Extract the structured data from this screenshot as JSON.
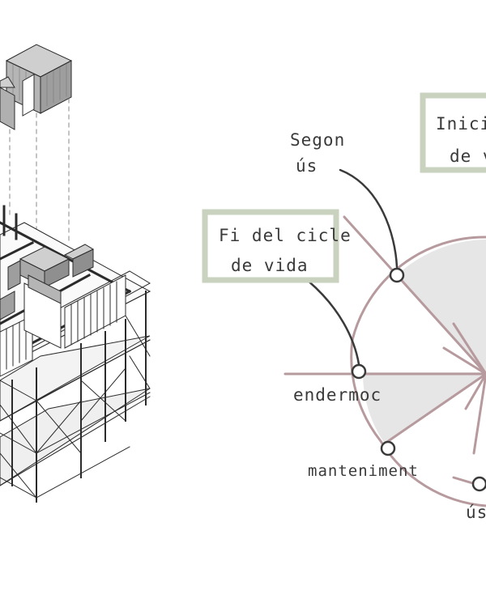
{
  "diagram": {
    "labels": {
      "inici_line1": "Inici",
      "inici_line2": "de v",
      "fi_line1": "Fi del cicle",
      "fi_line2": "de vida",
      "segon_line1": "Segon",
      "segon_line2": "ús",
      "endermoc": "endermoc",
      "manteniment": "manteniment",
      "us_partial": "ús"
    },
    "colors": {
      "box_border": "#c9d2bf",
      "box_fill": "#ffffff",
      "circle_line": "#b79a9e",
      "wedge_fill": "#e6e6e6",
      "ink": "#3a3a3a",
      "structure_line": "#2b2b2b",
      "module_fill": "#bdbdbd"
    },
    "icons": [
      "isometric-building-structure",
      "lifecycle-circle-diagram"
    ]
  }
}
